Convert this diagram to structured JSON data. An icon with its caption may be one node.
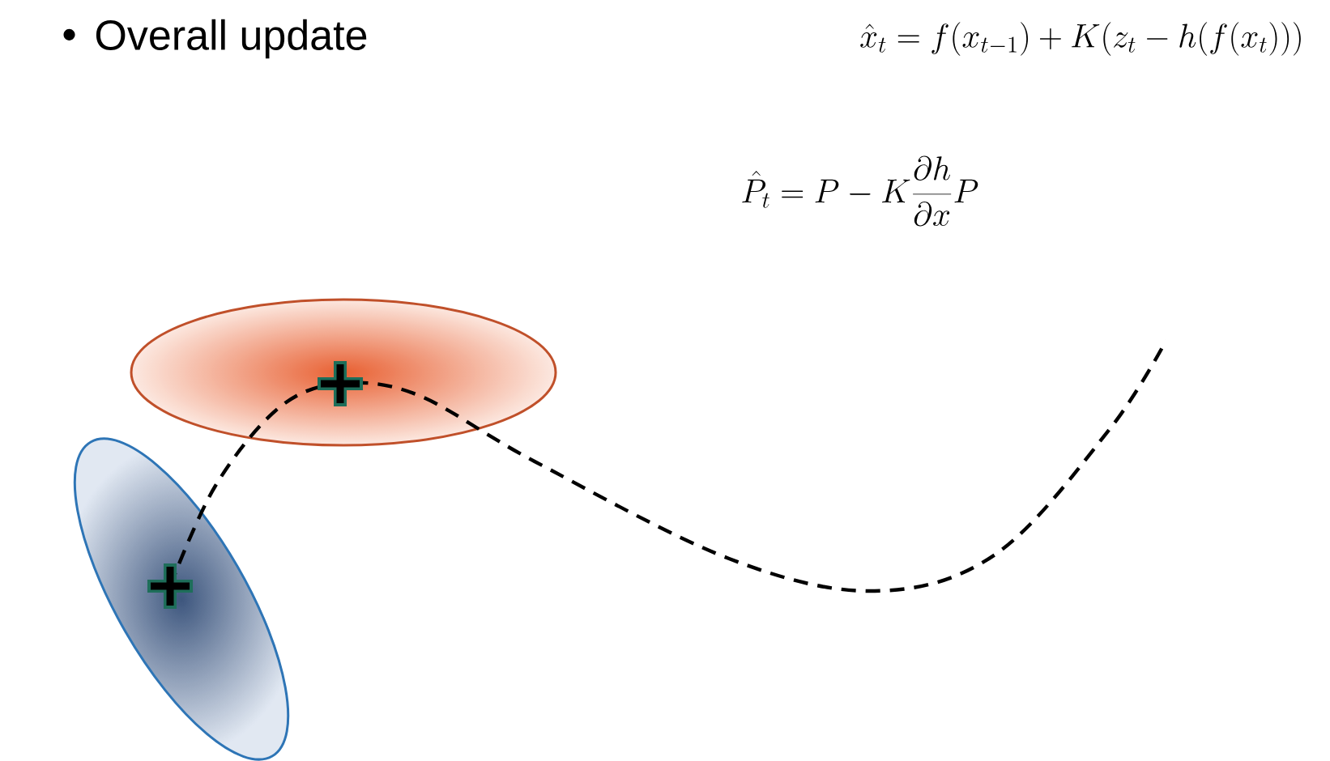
{
  "diagram": {
    "labels": [
      "•",
      "Overall update",
      "\\hat{x}_t = f(x_{t-1}) + K(z_t - h(f(x_t)))",
      "\\hat{P}_t = P - K \\frac{\\partial h}{\\partial x} P"
    ]
  }
}
